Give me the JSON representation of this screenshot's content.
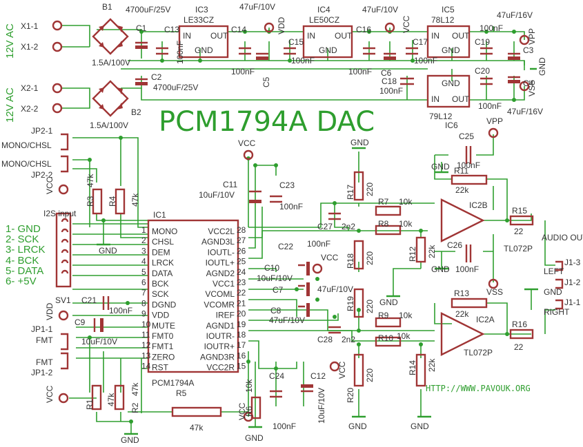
{
  "title": "PCM1794A DAC",
  "url": "HTTP://WWW.PAVOUK.ORG",
  "rails": {
    "ac1": "12V AC",
    "ac2": "12V AC",
    "vpp": "VPP",
    "vss": "VSS",
    "vcc": "VCC",
    "vdd": "VDD",
    "gnd": "GND"
  },
  "power": {
    "x11": "X1-1",
    "x12": "X1-2",
    "x21": "X2-1",
    "x22": "X2-2",
    "b1": "B1",
    "b2": "B2",
    "b_rating": "1.5A/100V",
    "c1": "C1",
    "c2": "C2",
    "c12_val": "4700uF/25V",
    "ic3": "IC3",
    "ic3_part": "LE33CZ",
    "ic4": "IC4",
    "ic4_part": "LE50CZ",
    "ic5": "IC5",
    "ic5_part": "78L12",
    "ic6": "IC6",
    "ic6_part": "79L12",
    "reg_in": "IN",
    "reg_out": "OUT",
    "reg_gnd": "GND",
    "c13": "C13",
    "c14": "C14",
    "c15": "C15",
    "c16": "C16",
    "c17": "C17",
    "c19": "C19",
    "c3": "C3",
    "c5": "C5",
    "c6": "C6",
    "c18": "C18",
    "c20": "C20",
    "c4": "C4",
    "v47_10": "47uF/10V",
    "v47_16": "47uF/16V",
    "v100n": "100nF"
  },
  "connectors": {
    "jp2_1": "JP2-1",
    "jp2_2": "JP2-2",
    "mono_chsl": "MONO/CHSL",
    "i2s": "I2S input",
    "pins": [
      "1- GND",
      "2- SCK",
      "3- LRCK",
      "4- BCK",
      "5- DATA",
      "6- +5V"
    ],
    "sv1": "SV1",
    "jp1_1": "JP1-1",
    "jp1_2": "JP1-2",
    "fmt": "FMT",
    "j13": "J1-3",
    "j12": "J1-2",
    "j11": "J1-1",
    "audio_out": "AUDIO OUT",
    "left": "LEFT",
    "right": "RIGHT"
  },
  "ic1": {
    "name": "IC1",
    "part": "PCM1794A",
    "left_pins": [
      "MONO",
      "CHSL",
      "DEM",
      "LRCK",
      "DATA",
      "BCK",
      "SCK",
      "DGND",
      "VDD",
      "MUTE",
      "FMT0",
      "FMT1",
      "ZERO",
      "RST"
    ],
    "right_pins": [
      "VCC2L",
      "AGND3L",
      "IOUTL-",
      "IOUTL+",
      "AGND2",
      "VCC1",
      "VCOML",
      "VCOMR",
      "IREF",
      "AGND1",
      "IOUTR-",
      "IOUTR+",
      "AGND3R",
      "VCC2R"
    ]
  },
  "parts": {
    "r1": "R1",
    "r2": "R2",
    "r3": "R3",
    "r4": "R4",
    "r5": "R5",
    "r6": "R6",
    "r7": "R7",
    "r8": "R8",
    "r9": "R9",
    "r10": "R10",
    "r11": "R11",
    "r12": "R12",
    "r13": "R13",
    "r14": "R14",
    "r15": "R15",
    "r16": "R16",
    "r17": "R17",
    "r18": "R18",
    "r19": "R19",
    "r20": "R20",
    "c7": "C7",
    "c8": "C8",
    "c9": "C9",
    "c10": "C10",
    "c11": "C11",
    "c21": "C21",
    "c22": "C22",
    "c23": "C23",
    "c24": "C24",
    "c25": "C25",
    "c26": "C26",
    "c27": "C27",
    "c28": "C28",
    "c12b": "C12",
    "ic2a": "IC2A",
    "ic2b": "IC2B",
    "tl072": "TL072P",
    "v47k": "47k",
    "v10k": "10k",
    "v22k": "22k",
    "v22": "22",
    "v220": "220",
    "v2n2": "2n2",
    "v10u10": "10uF/10V",
    "v100n": "100nF",
    "v47u10": "47uF/10V"
  }
}
